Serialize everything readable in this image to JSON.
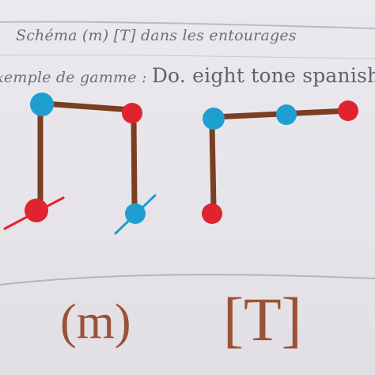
{
  "header": {
    "title_line": "Schéma (m) [T] dans les entourages",
    "example_line_prefix": "xemple de gamme :",
    "example_line_text": "Do. eight tone spanish"
  },
  "diagram": {
    "left_shape_label": "(m)",
    "right_shape_label": "[T]"
  },
  "colors": {
    "paper": "#e8e6eb",
    "ink_brown": "#7a3e22",
    "dot_blue": "#1e9fd0",
    "dot_red": "#e0242f",
    "rule_gray": "#b6b8c0",
    "pencil_gray": "#6b6f7d"
  }
}
